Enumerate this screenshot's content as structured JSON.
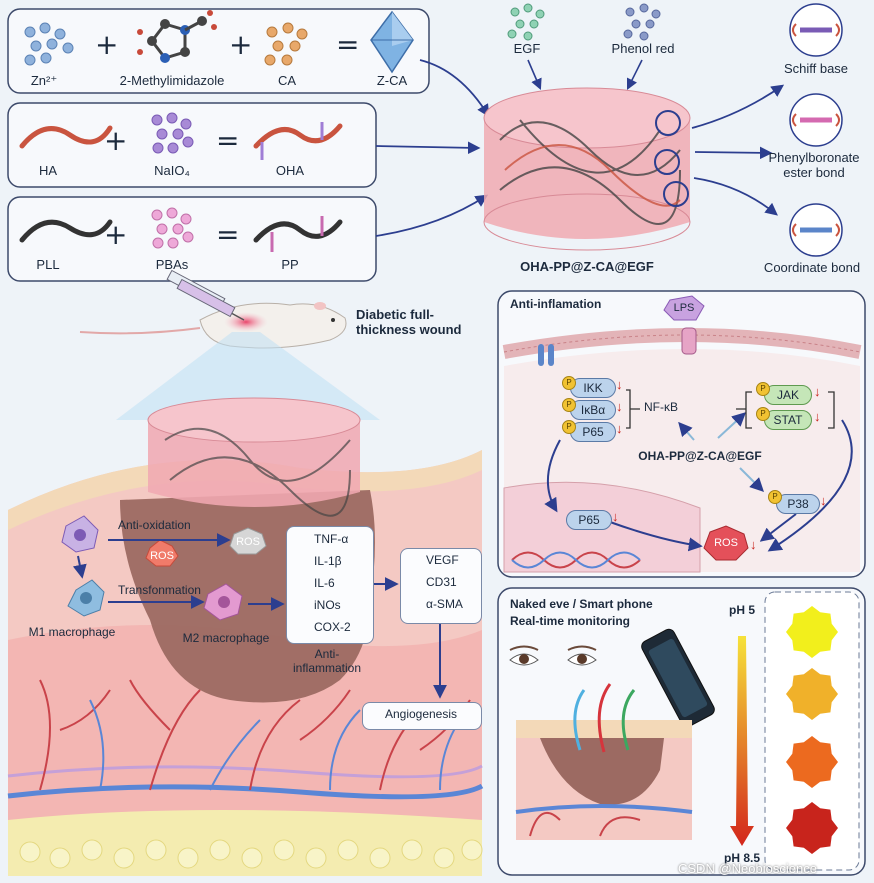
{
  "synthesis": {
    "row1": {
      "a": "Zn²⁺",
      "b": "2-Methylimidazole",
      "c": "CA",
      "result": "Z-CA"
    },
    "row2": {
      "a": "HA",
      "b": "NaIO₄",
      "result": "OHA"
    },
    "row3": {
      "a": "PLL",
      "b": "PBAs",
      "result": "PP"
    },
    "plus": "+",
    "equals": "="
  },
  "hydrogel": {
    "egf": "EGF",
    "phenol": "Phenol red",
    "name": "OHA-PP@Z-CA@EGF"
  },
  "bonds": [
    "Schiff base",
    "Phenylboronate ester bond",
    "Coordinate bond"
  ],
  "wound": {
    "label": "Diabetic full-thickness wound"
  },
  "skin": {
    "anti_oxidation": "Anti-oxidation",
    "ros1": "ROS",
    "ros2": "ROS",
    "transformation": "Transfonmation",
    "m1": "M1 macrophage",
    "m2": "M2 macrophage",
    "cytokines": [
      "TNF-α",
      "IL-1β",
      "IL-6",
      "iNOs",
      "COX-2"
    ],
    "anti_inflammation": "Anti-inflammation",
    "markers": [
      "VEGF",
      "CD31",
      "α-SMA"
    ],
    "angiogenesis": "Angiogenesis"
  },
  "anti_panel": {
    "title": "Anti-inflamation",
    "lps": "LPS",
    "ikk": "IKK",
    "ikba": "IκBα",
    "p65": "P65",
    "nfkb": "NF-κB",
    "jak": "JAK",
    "stat": "STAT",
    "center": "OHA-PP@Z-CA@EGF",
    "p65n": "P65",
    "p38": "P38",
    "ros": "ROS",
    "p": "P",
    "down": "↓"
  },
  "monitor": {
    "line1": "Naked eve / Smart phone",
    "line2": "Real-time monitoring",
    "ph_top": "pH 5",
    "ph_bottom": "pH 8.5"
  },
  "watermark": "CSDN @Neobioscience",
  "colors": {
    "swatches": [
      "#f2ef1c",
      "#f0b12a",
      "#ec6a1f",
      "#c8241c"
    ],
    "arrow": "#2c3e8f",
    "skin": "#f3c8c4",
    "gel": "#f2b3ba"
  }
}
